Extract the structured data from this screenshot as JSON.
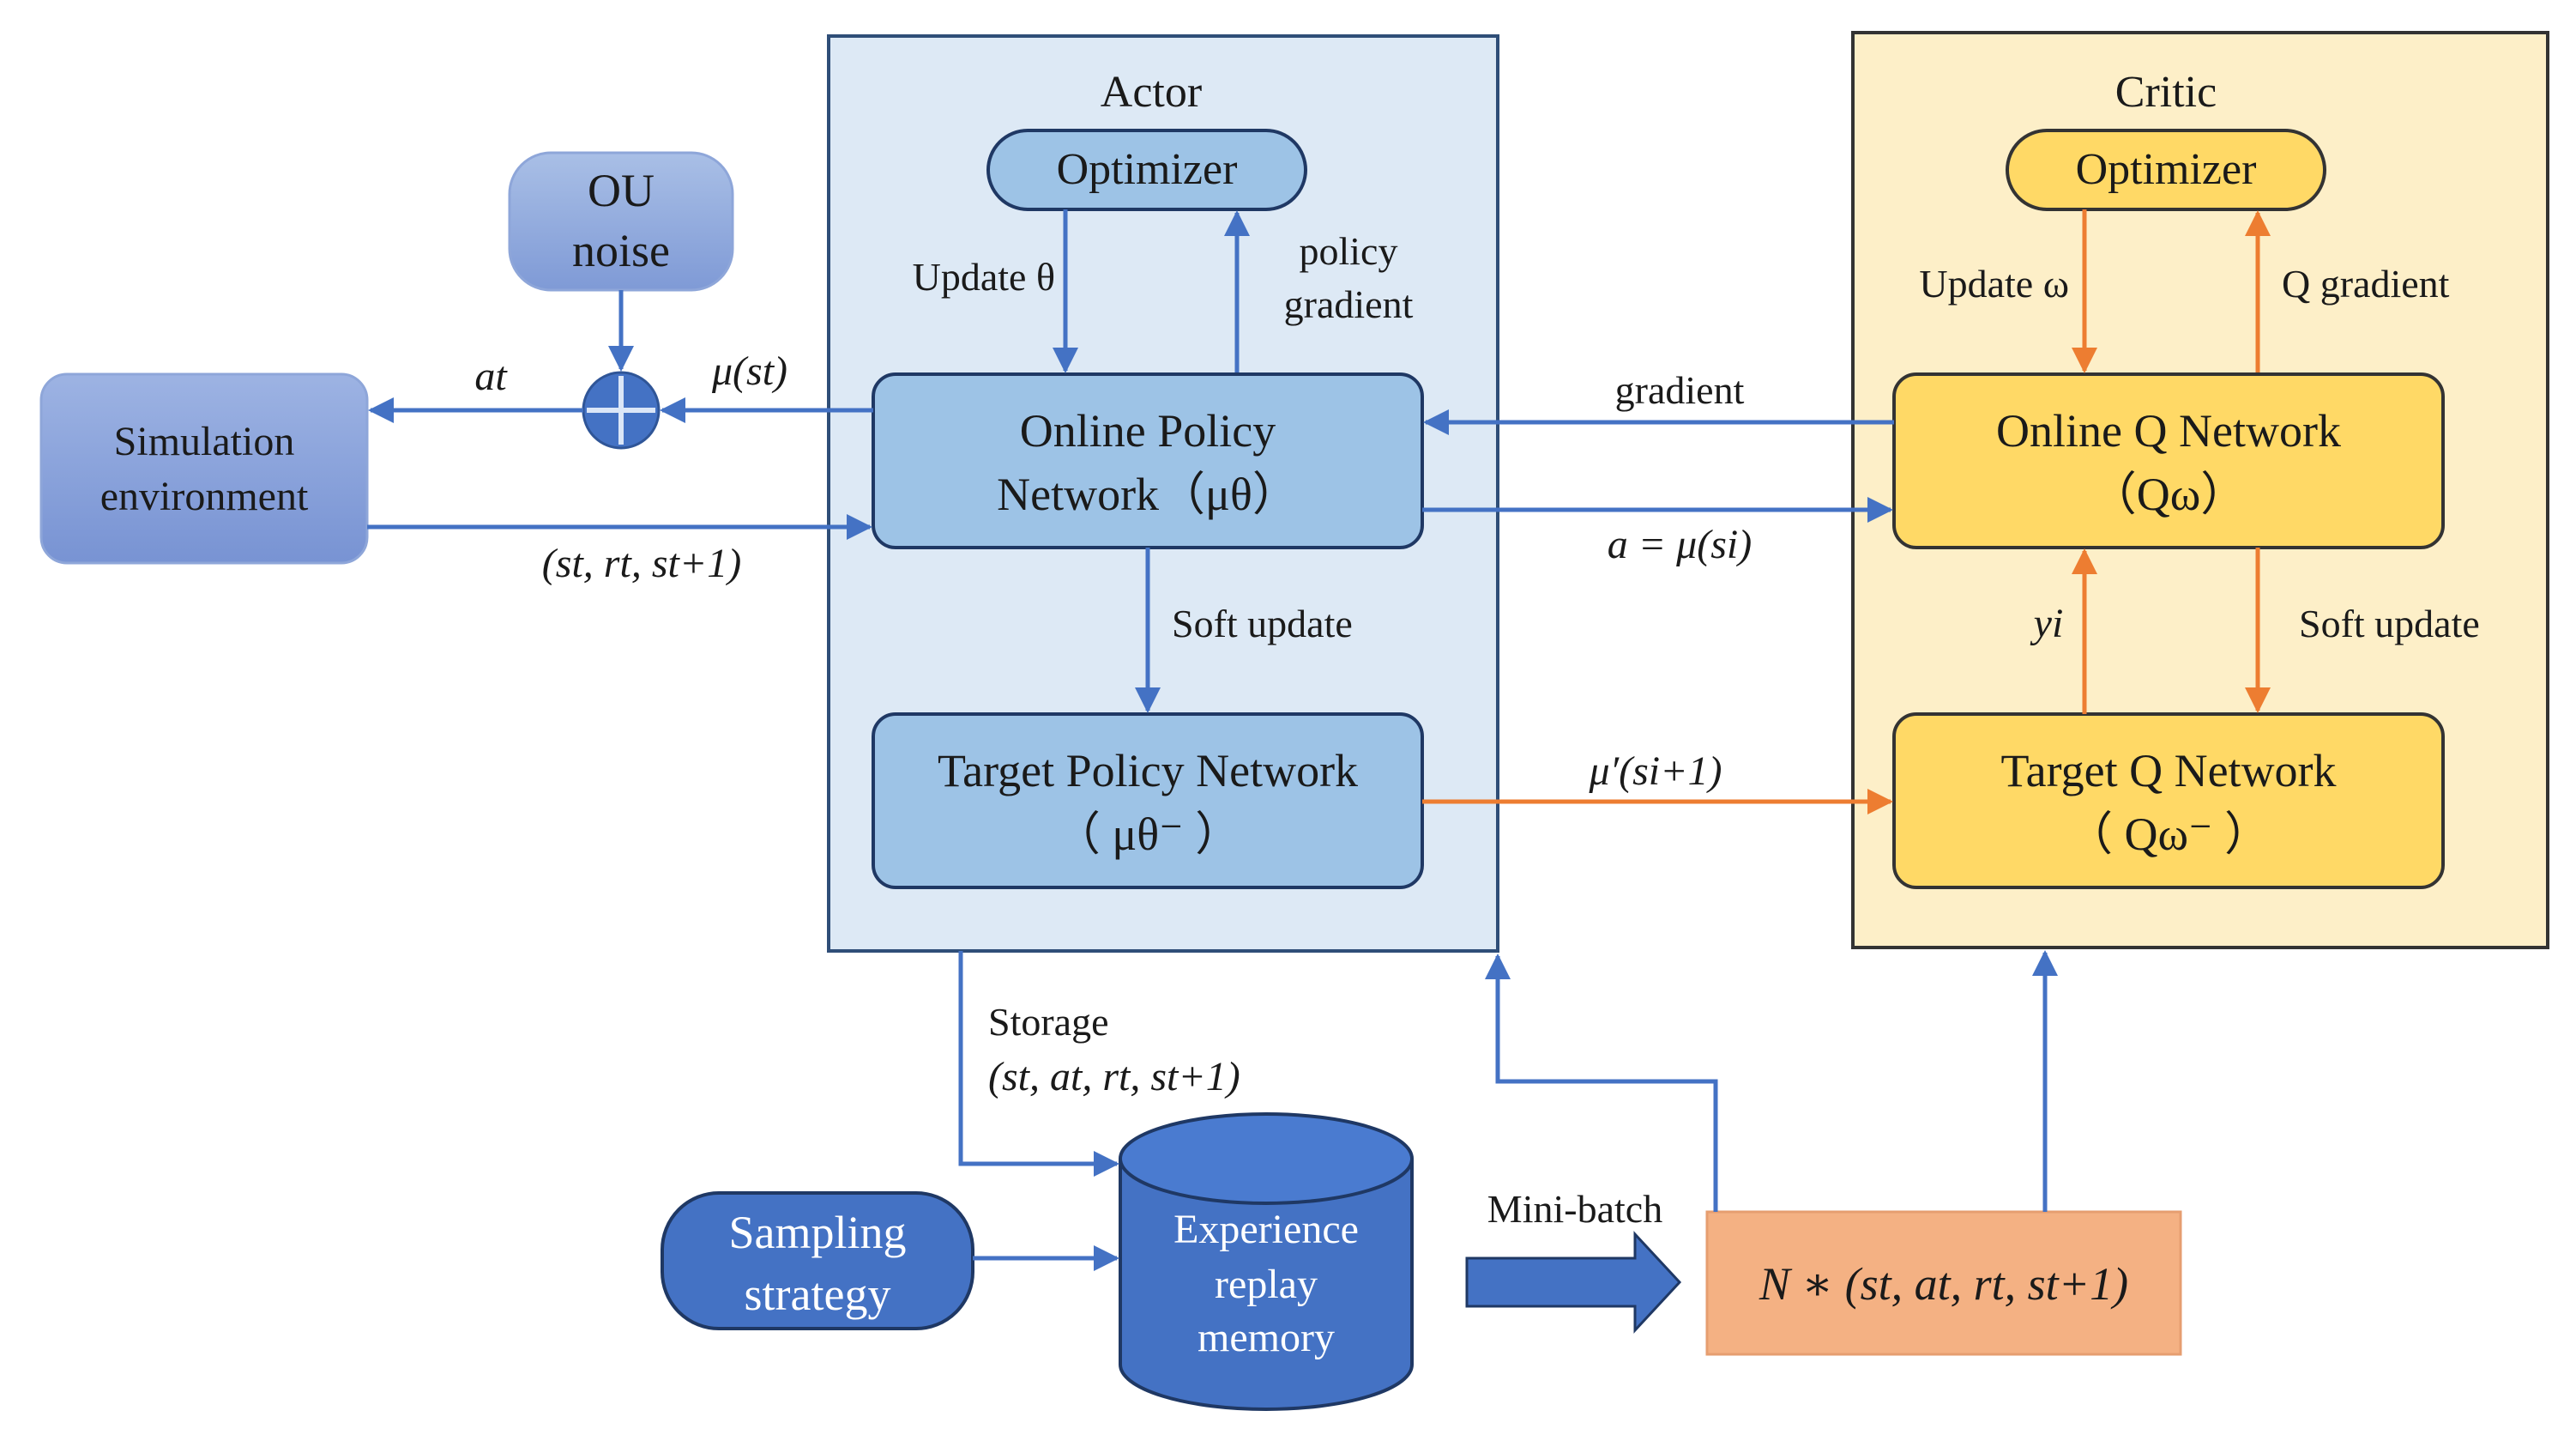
{
  "actor": {
    "title": "Actor",
    "optimizer": "Optimizer",
    "update_label": "Update θ",
    "policy_gradient_line1": "policy",
    "policy_gradient_line2": "gradient",
    "online_line1": "Online Policy",
    "online_line2": "Network（μθ）",
    "soft_update": "Soft update",
    "target_line1": "Target Policy Network",
    "target_line2": "（ μθ⁻ ）"
  },
  "critic": {
    "title": "Critic",
    "optimizer": "Optimizer",
    "update_label": "Update ω",
    "q_gradient": "Q gradient",
    "online_line1": "Online Q Network",
    "online_line2": "（Qω）",
    "y_label": "yi",
    "soft_update": "Soft update",
    "target_line1": "Target Q Network",
    "target_line2": "（ Qω⁻ ）"
  },
  "ou_noise": {
    "line1": "OU",
    "line2": "noise"
  },
  "simulation": {
    "line1": "Simulation",
    "line2": "environment"
  },
  "labels": {
    "a_t": "at",
    "mu_st": "μ(st)",
    "transition": "(st, rt, st+1)",
    "gradient": "gradient",
    "action_eq": "a = μ(si)",
    "mu_prime": "μ′(si+1)",
    "storage_line1": "Storage",
    "storage_line2": "(st, at, rt, st+1)",
    "minibatch": "Mini-batch"
  },
  "sampling": {
    "line1": "Sampling",
    "line2": "strategy"
  },
  "replay": {
    "line1": "Experience",
    "line2": "replay",
    "line3": "memory"
  },
  "batch": {
    "text": "N ∗ (st, at, rt, st+1)"
  },
  "colors": {
    "blue_line": "#4472c4",
    "orange_line": "#ed7d31",
    "actor_bg": "#dde9f5",
    "critic_bg": "#fdefc8",
    "policy_box": "#9dc3e6",
    "q_box": "#ffd966",
    "dark_blue": "#4472c4",
    "batch_box": "#f4b183"
  }
}
